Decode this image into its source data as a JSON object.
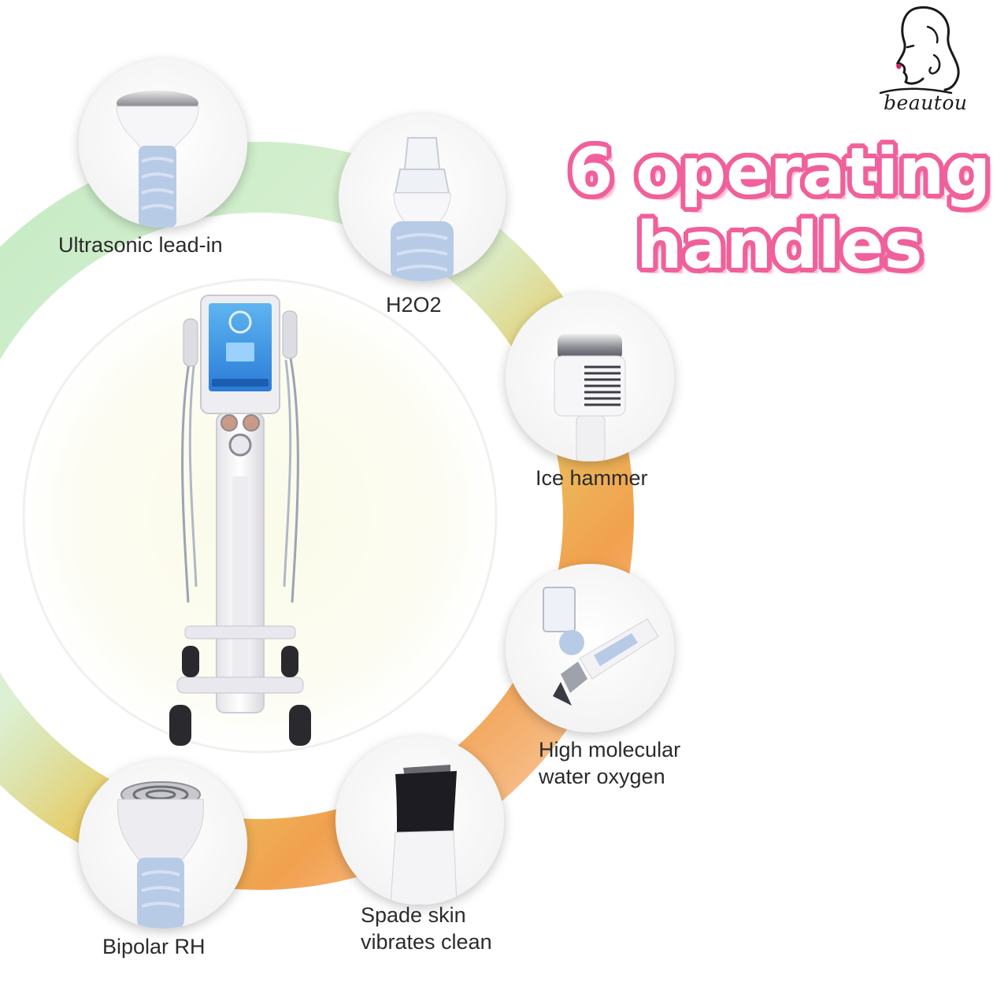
{
  "brand": {
    "name": "beautou",
    "logo_icon": "woman-profile-logo-icon"
  },
  "headline": {
    "line1": "6 operating",
    "line2": "handles",
    "fill": "#ffffff",
    "outline": "#f0609b"
  },
  "ring": {
    "colors": [
      "#8ed98f",
      "#e3c24a",
      "#f0963a",
      "#f6b07a"
    ]
  },
  "handles": [
    {
      "label": "Ultrasonic lead-in",
      "icon": "ultrasonic-handle-icon"
    },
    {
      "label": "H2O2",
      "icon": "h2o2-handle-icon"
    },
    {
      "label": "Ice hammer",
      "icon": "ice-hammer-handle-icon"
    },
    {
      "label_lines": [
        "High molecular",
        "water oxygen"
      ],
      "icon": "water-oxygen-handle-icon"
    },
    {
      "label_lines": [
        "Spade skin",
        "vibrates clean"
      ],
      "icon": "spade-skin-handle-icon"
    },
    {
      "label": "Bipolar RH",
      "icon": "bipolar-rf-handle-icon"
    }
  ],
  "device": {
    "icon": "beauty-machine-icon"
  }
}
